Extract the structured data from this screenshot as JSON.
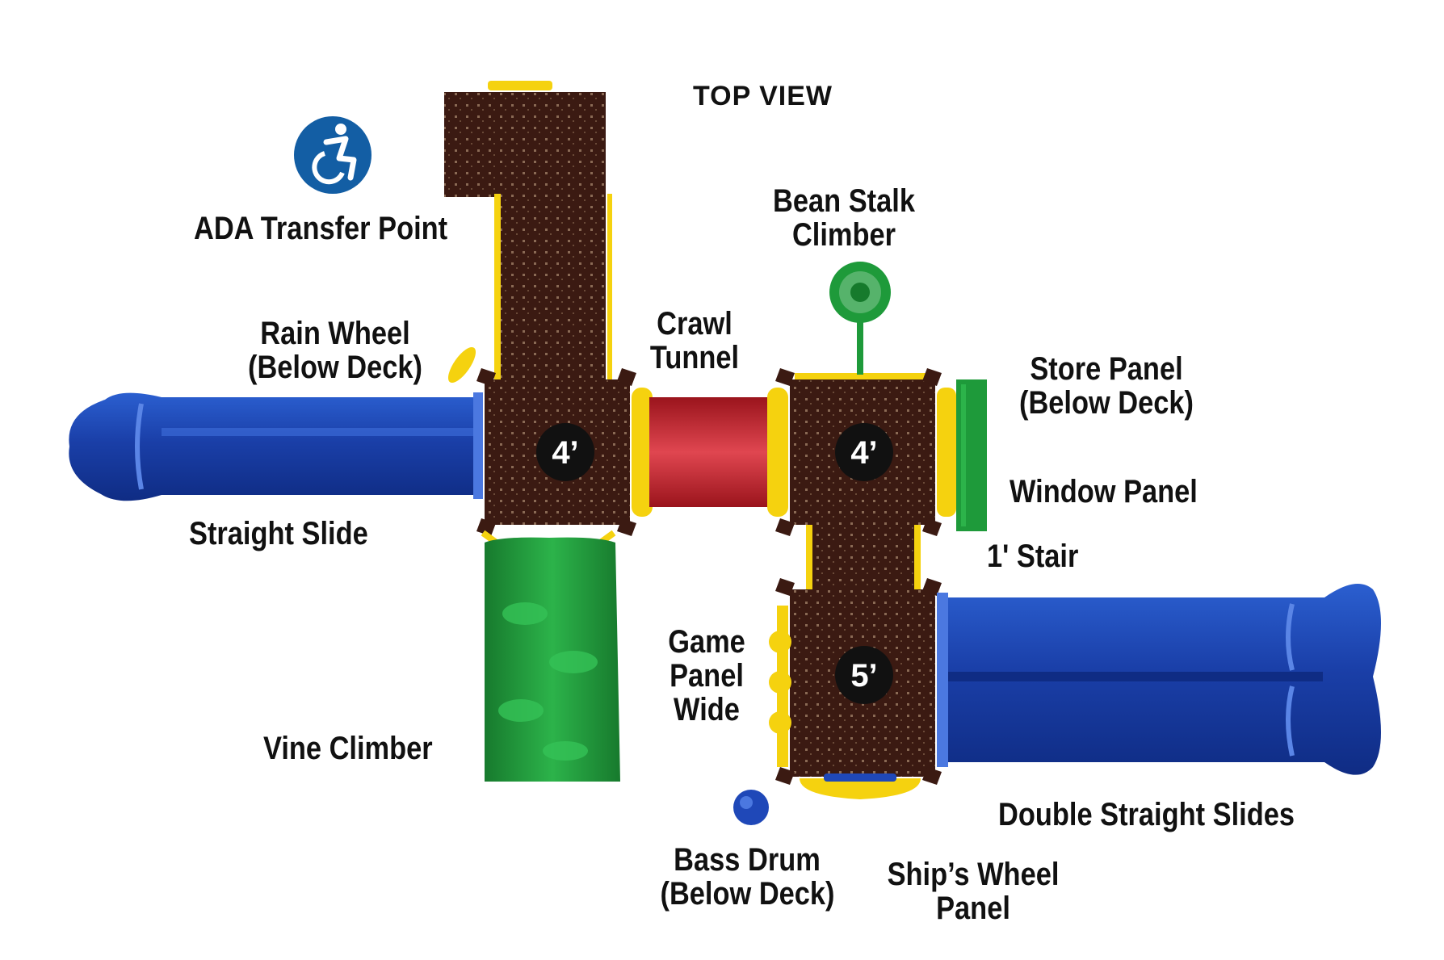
{
  "title": "TOP VIEW",
  "colors": {
    "deck": "#3b1a12",
    "deck_dots": "#7a5a48",
    "yellow": "#f5d20f",
    "slide_blue": "#1f48b8",
    "slide_blue_light": "#4b78e0",
    "tunnel_red": "#c8202a",
    "green": "#1e9a3a",
    "ada_blue": "#135ea4"
  },
  "icons": {
    "ada": "wheelchair-accessibility-icon"
  },
  "decks": [
    {
      "height": "4’"
    },
    {
      "height": "4’"
    },
    {
      "height": "5’"
    }
  ],
  "labels": {
    "ada_transfer_point": "ADA  Transfer Point",
    "rain_wheel": [
      "Rain Wheel",
      "(Below Deck)"
    ],
    "crawl_tunnel": [
      "Crawl",
      "Tunnel"
    ],
    "bean_stalk": [
      "Bean Stalk",
      "Climber"
    ],
    "store_panel": [
      "Store Panel",
      "(Below Deck)"
    ],
    "window_panel": "Window Panel",
    "straight_slide": "Straight Slide",
    "stair": "1' Stair",
    "game_panel": [
      "Game",
      "Panel",
      "Wide"
    ],
    "vine_climber": "Vine Climber",
    "double_slides": "Double Straight Slides",
    "bass_drum": [
      "Bass Drum",
      "(Below Deck)"
    ],
    "ships_wheel": [
      "Ship’s Wheel",
      "Panel"
    ]
  }
}
